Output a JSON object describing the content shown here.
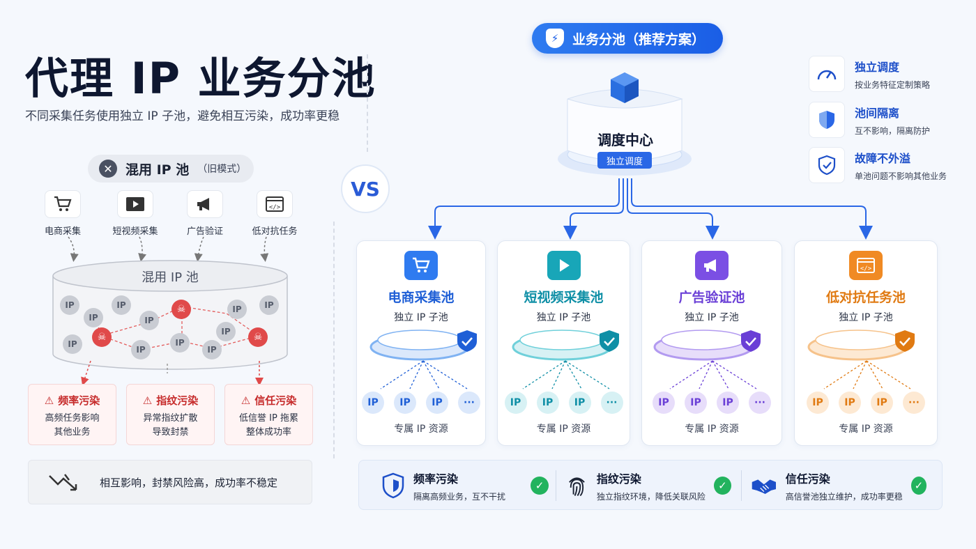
{
  "header": {
    "title": "代理 IP 业务分池",
    "subtitle": "不同采集任务使用独立 IP 子池，避免相互污染，成功率更稳"
  },
  "old_mode": {
    "title": "混用 IP 池",
    "note": "（旧模式）",
    "tasks": [
      {
        "label": "电商采集",
        "icon": "cart-icon"
      },
      {
        "label": "短视频采集",
        "icon": "video-icon"
      },
      {
        "label": "广告验证",
        "icon": "megaphone-icon"
      },
      {
        "label": "低对抗任务",
        "icon": "code-icon"
      }
    ],
    "pool_label": "混用 IP 池",
    "ip_text": "IP",
    "warnings": [
      {
        "title": "频率污染",
        "lines": [
          "高频任务影响",
          "其他业务"
        ]
      },
      {
        "title": "指纹污染",
        "lines": [
          "异常指纹扩散",
          "导致封禁"
        ]
      },
      {
        "title": "信任污染",
        "lines": [
          "低信誉 IP 拖累",
          "整体成功率"
        ]
      }
    ],
    "summary": "相互影响，封禁风险高，成功率不稳定"
  },
  "vs": "VS",
  "new_mode": {
    "title": "业务分池（推荐方案）",
    "hub_label": "调度中心",
    "hub_badge": "独立调度",
    "features": [
      {
        "title": "独立调度",
        "desc": "按业务特征定制策略",
        "icon": "gauge-icon"
      },
      {
        "title": "池间隔离",
        "desc": "互不影响，隔离防护",
        "icon": "shield-icon"
      },
      {
        "title": "故障不外溢",
        "desc": "单池问题不影响其他业务",
        "icon": "shield-check-icon"
      }
    ],
    "pools": [
      {
        "title": "电商采集池",
        "sub": "独立 IP 子池",
        "bottom": "专属 IP 资源",
        "color": "#1f5fd6",
        "light": "#dbe8fb",
        "icon_bg": "#2f7bf0",
        "ring": "#7fb2f2"
      },
      {
        "title": "短视频采集池",
        "sub": "独立 IP 子池",
        "bottom": "专属 IP 资源",
        "color": "#0f8fa6",
        "light": "#d7f1f4",
        "icon_bg": "#18a6b8",
        "ring": "#6fd0da"
      },
      {
        "title": "广告验证池",
        "sub": "独立 IP 子池",
        "bottom": "专属 IP 资源",
        "color": "#6a3fd6",
        "light": "#e7ddfa",
        "icon_bg": "#7b4fe4",
        "ring": "#b29af0"
      },
      {
        "title": "低对抗任务池",
        "sub": "独立 IP 子池",
        "bottom": "专属 IP 资源",
        "color": "#e07a12",
        "light": "#fde9d3",
        "icon_bg": "#f08a24",
        "ring": "#f6c28a"
      }
    ],
    "ip_text": "IP",
    "more_text": "···",
    "benefits": [
      {
        "title": "频率污染",
        "desc": "隔离高频业务，互不干扰",
        "icon": "shield-icon"
      },
      {
        "title": "指纹污染",
        "desc": "独立指纹环境，降低关联风险",
        "icon": "fingerprint-icon"
      },
      {
        "title": "信任污染",
        "desc": "高信誉池独立维护，成功率更稳",
        "icon": "handshake-icon"
      }
    ]
  }
}
